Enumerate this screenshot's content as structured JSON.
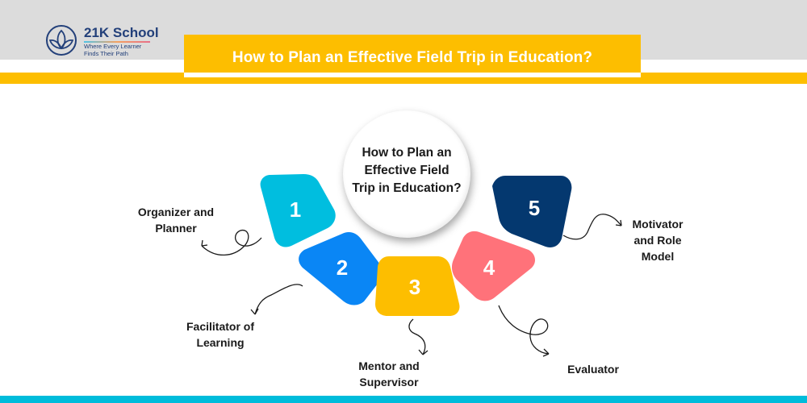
{
  "header": {
    "logo": {
      "name": "21K School",
      "tagline_line1": "Where Every Learner",
      "tagline_line2": "Finds Their Path",
      "icon": "lotus-circle-icon"
    },
    "title": "How to Plan an Effective Field Trip in Education?"
  },
  "diagram": {
    "center": {
      "line1": "How to Plan an",
      "line2": "Effective Field",
      "line3": "Trip in Education?"
    },
    "steps": [
      {
        "number": "1",
        "color": "#00bedf",
        "label_line1": "Organizer and",
        "label_line2": "Planner"
      },
      {
        "number": "2",
        "color": "#0a86f5",
        "label_line1": "Facilitator of",
        "label_line2": "Learning"
      },
      {
        "number": "3",
        "color": "#fdbe00",
        "label_line1": "Mentor and",
        "label_line2": "Supervisor"
      },
      {
        "number": "4",
        "color": "#ff727a",
        "label_line1": "Evaluator",
        "label_line2": ""
      },
      {
        "number": "5",
        "color": "#04386f",
        "label_line1": "Motivator",
        "label_line2": "and Role",
        "label_line3": "Model"
      }
    ]
  },
  "colors": {
    "header_band": "#dcdcdc",
    "accent_yellow": "#fdbe00",
    "bottom_bar": "#00bcdb",
    "brand_navy": "#23407a"
  }
}
